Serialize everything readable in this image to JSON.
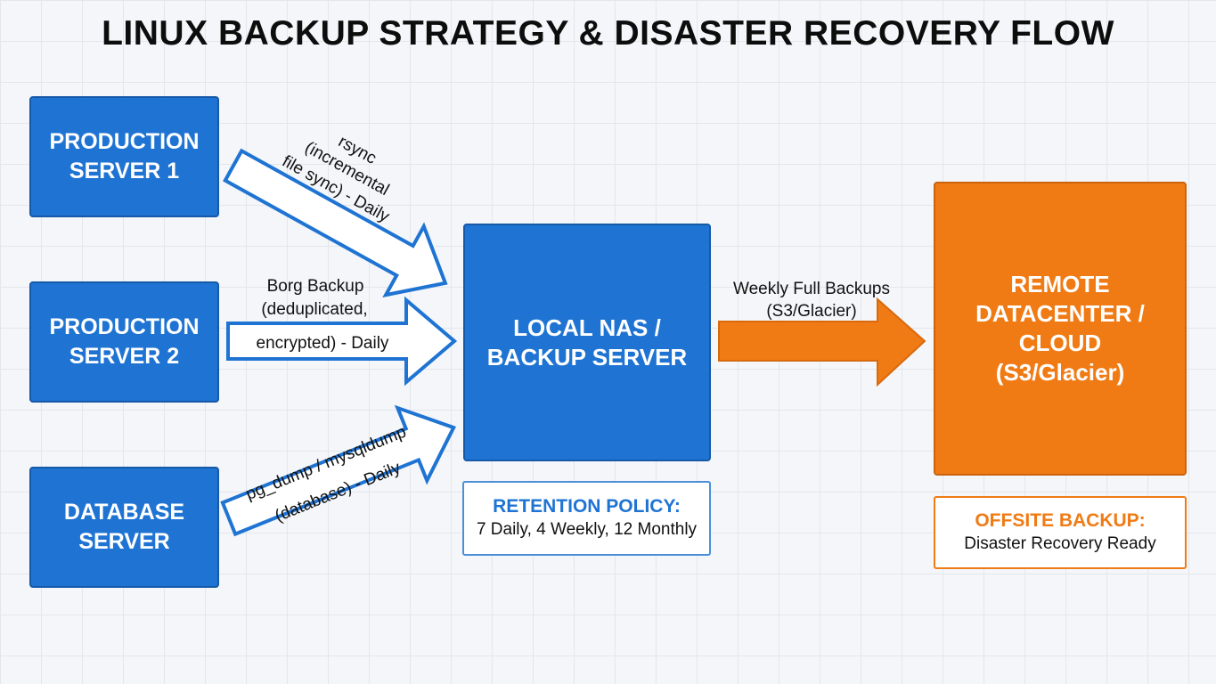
{
  "title": "LINUX BACKUP STRATEGY & DISASTER RECOVERY FLOW",
  "nodes": {
    "server1": "PRODUCTION\nSERVER 1",
    "server2": "PRODUCTION\nSERVER 2",
    "database": "DATABASE\nSERVER",
    "nas": "LOCAL NAS /\nBACKUP SERVER",
    "cloud": "REMOTE\nDATACENTER /\nCLOUD\n(S3/Glacier)"
  },
  "edges": {
    "rsync": [
      "rsync",
      "(incremental",
      "file sync) - Daily"
    ],
    "borg": [
      "Borg Backup",
      "(deduplicated,",
      "encrypted) - Daily"
    ],
    "dump": [
      "pg_dump / mysqldump",
      "(database) - Daily"
    ],
    "weekly": [
      "Weekly Full Backups",
      "(S3/Glacier)"
    ]
  },
  "retention": {
    "title": "RETENTION POLICY:",
    "body": "7 Daily, 4 Weekly, 12 Monthly"
  },
  "offsite": {
    "title": "OFFSITE BACKUP:",
    "body": "Disaster Recovery Ready"
  },
  "colors": {
    "blue": "#1f74d3",
    "orange": "#f07b15"
  }
}
